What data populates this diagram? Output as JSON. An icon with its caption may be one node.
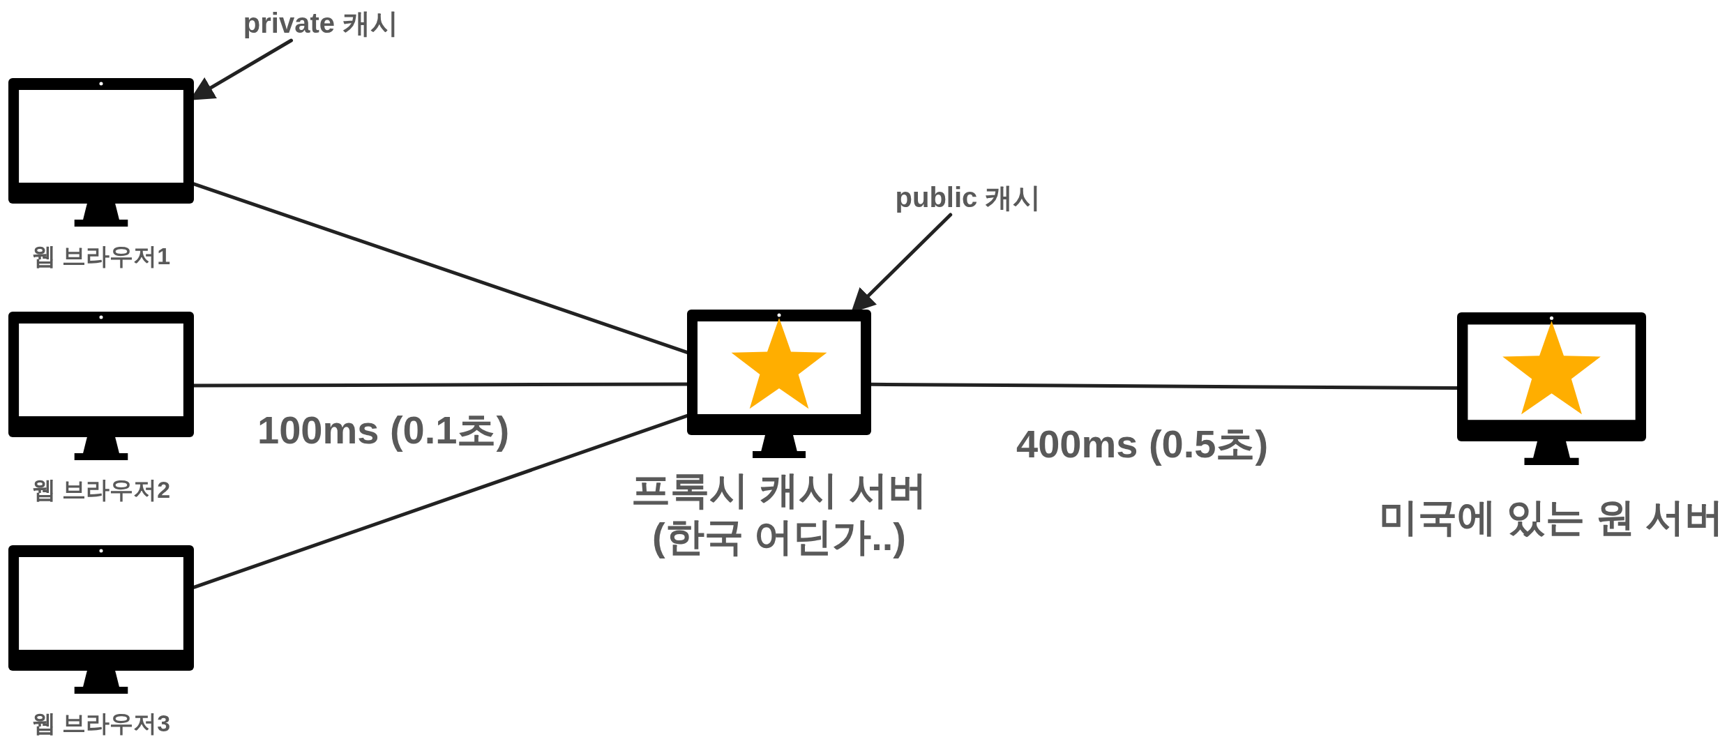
{
  "diagram": {
    "nodes": [
      {
        "text": [
          "private 캐시"
        ]
      },
      {
        "text": [
          "웹 브라우저1"
        ]
      },
      {
        "text": [
          "웹 브라우저2"
        ]
      },
      {
        "text": [
          "웹 브라우저3"
        ]
      },
      {
        "text": [
          "public 캐시"
        ]
      },
      {
        "text": [
          "프록시 캐시 서버 (한국 어딘가..)"
        ]
      },
      {
        "text": [
          "미국에 있는 원 서버"
        ]
      }
    ],
    "edges": [
      {
        "from": 0,
        "to": 1,
        "arrow": "to"
      },
      {
        "from": 1,
        "to": 5,
        "arrow": "none"
      },
      {
        "from": 2,
        "to": 5,
        "arrow": "none",
        "label": "100ms (0.1초)"
      },
      {
        "from": 3,
        "to": 5,
        "arrow": "none"
      },
      {
        "from": 4,
        "to": 5,
        "arrow": "to"
      },
      {
        "from": 5,
        "to": 6,
        "arrow": "none",
        "label": "400ms (0.5초)"
      }
    ]
  }
}
